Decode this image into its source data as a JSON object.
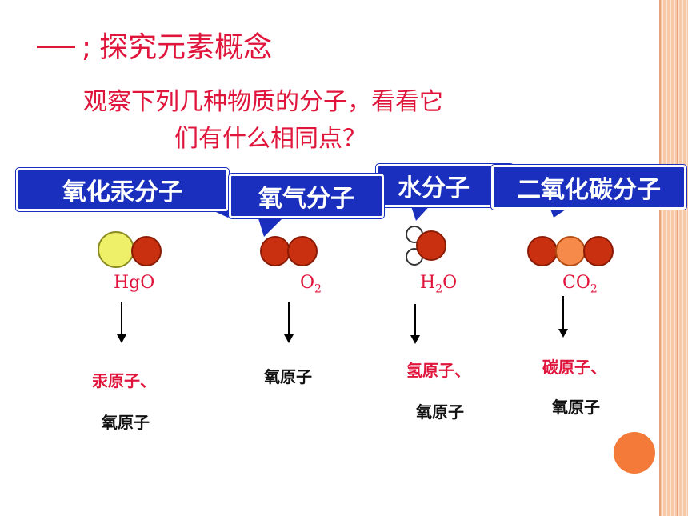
{
  "heading": {
    "prefix": ";",
    "text": "探究元素概念"
  },
  "question": {
    "line1": "观察下列几种物质的分子，看看它",
    "line2": "们有什么相同点？"
  },
  "molecules": [
    {
      "callout": "氧化汞分子",
      "formula": "HgO",
      "labels": [
        "汞原子、",
        "氧原子"
      ]
    },
    {
      "callout": "氧气分子",
      "formula": "O",
      "formula_sub": "2",
      "labels": [
        "氧原子"
      ]
    },
    {
      "callout": "水分子",
      "formula_pre": "H",
      "formula_sub": "2",
      "formula_post": "O",
      "labels": [
        "氢原子、",
        "氧原子"
      ]
    },
    {
      "callout": "二氧化碳分子",
      "formula": "CO",
      "formula_sub": "2",
      "labels": [
        "碳原子、",
        "氧原子"
      ]
    }
  ],
  "colors": {
    "heading_red": "#e0153c",
    "callout_blue": "#1a2fbd",
    "oxygen_red": "#c9300f",
    "mercury_yellow": "#eef06a",
    "carbon_orange": "#f58a4a",
    "accent_orange": "#f47a3a",
    "stripe_peach": "#f7c9a8"
  }
}
